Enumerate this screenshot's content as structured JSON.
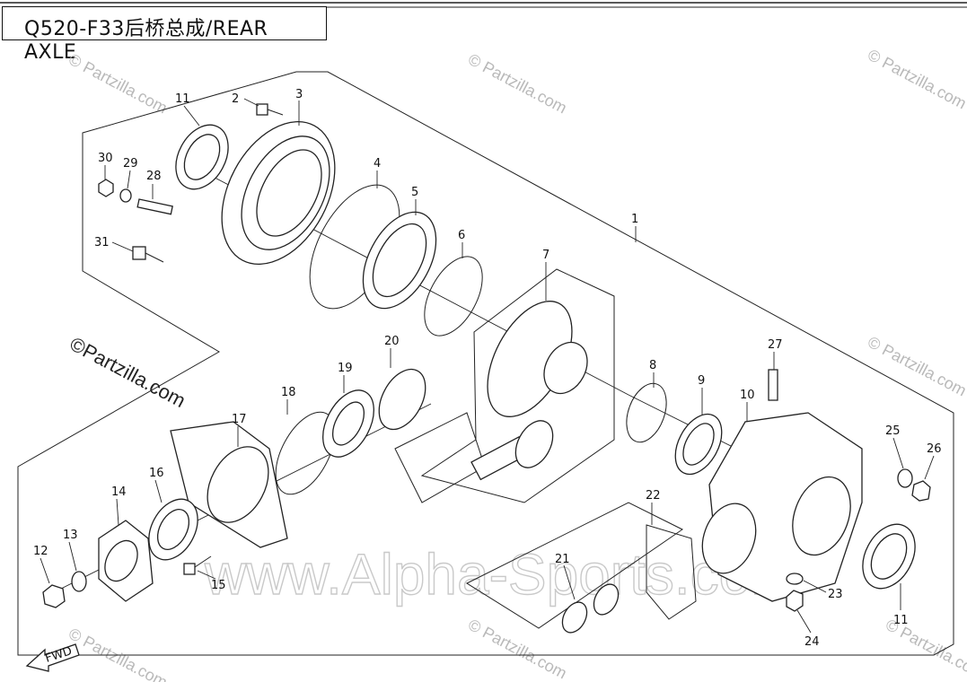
{
  "title": "Q520-F33后桥总成/REAR AXLE",
  "watermarks": {
    "partzilla": "© Partzilla.com",
    "partzilla_small": "©Partzilla.com",
    "alpha": "www.Alpha-Sports.com"
  },
  "fwd_label": "FWD",
  "callouts": [
    {
      "id": "c1",
      "label": "1"
    },
    {
      "id": "c2",
      "label": "2"
    },
    {
      "id": "c3",
      "label": "3"
    },
    {
      "id": "c4",
      "label": "4"
    },
    {
      "id": "c5",
      "label": "5"
    },
    {
      "id": "c6",
      "label": "6"
    },
    {
      "id": "c7",
      "label": "7"
    },
    {
      "id": "c8",
      "label": "8"
    },
    {
      "id": "c9",
      "label": "9"
    },
    {
      "id": "c10",
      "label": "10"
    },
    {
      "id": "c11a",
      "label": "11"
    },
    {
      "id": "c11b",
      "label": "11"
    },
    {
      "id": "c12",
      "label": "12"
    },
    {
      "id": "c13",
      "label": "13"
    },
    {
      "id": "c14",
      "label": "14"
    },
    {
      "id": "c15",
      "label": "15"
    },
    {
      "id": "c16",
      "label": "16"
    },
    {
      "id": "c17",
      "label": "17"
    },
    {
      "id": "c18",
      "label": "18"
    },
    {
      "id": "c19",
      "label": "19"
    },
    {
      "id": "c20",
      "label": "20"
    },
    {
      "id": "c21",
      "label": "21"
    },
    {
      "id": "c22",
      "label": "22"
    },
    {
      "id": "c23",
      "label": "23"
    },
    {
      "id": "c24",
      "label": "24"
    },
    {
      "id": "c25",
      "label": "25"
    },
    {
      "id": "c26",
      "label": "26"
    },
    {
      "id": "c27",
      "label": "27"
    },
    {
      "id": "c28",
      "label": "28"
    },
    {
      "id": "c29",
      "label": "29"
    },
    {
      "id": "c30",
      "label": "30"
    },
    {
      "id": "c31",
      "label": "31"
    }
  ]
}
